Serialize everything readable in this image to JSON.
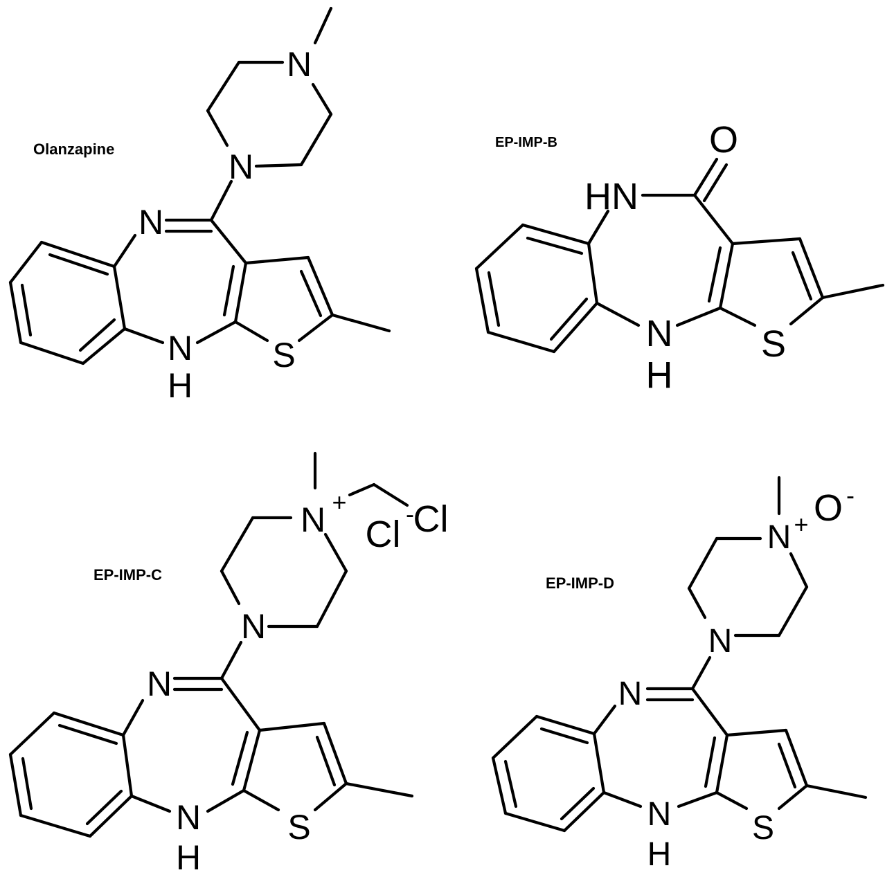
{
  "figure": {
    "background": "#ffffff",
    "ink": "#000000"
  },
  "molecules": [
    {
      "id": "olanzapine",
      "caption": "Olanzapine",
      "atoms": {
        "n_imine": "N",
        "n_amine": "N",
        "h_amine": "H",
        "s": "S",
        "n_pip1": "N",
        "n_pip4": "N"
      }
    },
    {
      "id": "ep-imp-b",
      "caption": "EP-IMP-B",
      "atoms": {
        "nh_amide": "HN",
        "o": "O",
        "n_amine": "N",
        "h_amine": "H",
        "s": "S"
      }
    },
    {
      "id": "ep-imp-c",
      "caption": "EP-IMP-C",
      "atoms": {
        "n_imine": "N",
        "n_amine": "N",
        "h_amine": "H",
        "s": "S",
        "n_pip1": "N",
        "n_pip4": "N",
        "plus": "+",
        "cl_alkyl": "Cl",
        "cl_ion": "Cl",
        "minus": "-"
      }
    },
    {
      "id": "ep-imp-d",
      "caption": "EP-IMP-D",
      "atoms": {
        "n_imine": "N",
        "n_amine": "N",
        "h_amine": "H",
        "s": "S",
        "n_pip1": "N",
        "n_pip4": "N",
        "plus": "+",
        "o": "O",
        "minus": "-"
      }
    }
  ]
}
